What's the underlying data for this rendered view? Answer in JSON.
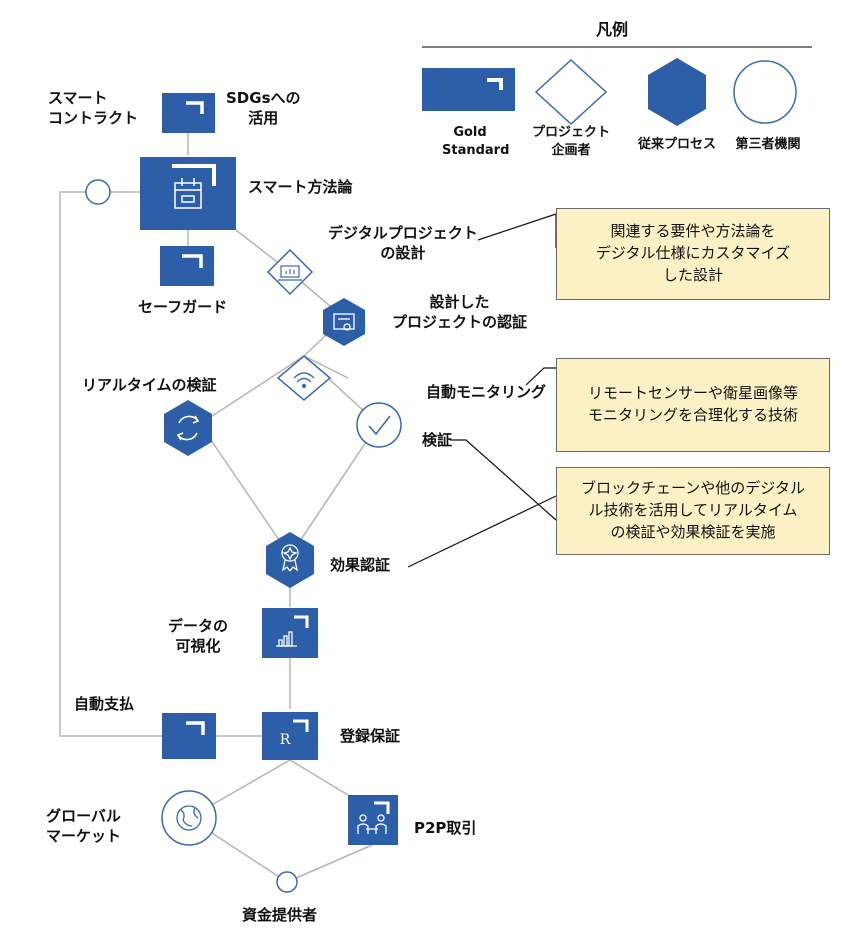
{
  "legend": {
    "title": "凡例",
    "items": [
      {
        "label": "Gold\nStandard",
        "icon": "gold-standard-square-icon"
      },
      {
        "label": "プロジェクト\n企画者",
        "icon": "diamond-icon"
      },
      {
        "label": "従来プロセス",
        "icon": "hexagon-icon"
      },
      {
        "label": "第三者機関",
        "icon": "circle-icon"
      }
    ]
  },
  "nodes": {
    "smart_contract": "スマート\nコントラクト",
    "sdgs": "SDGsへの\n活用",
    "smart_method": "スマート方法論",
    "safeguard": "セーフガード",
    "digital_design": "デジタルプロジェクト\nの設計",
    "design_cert": "設計した\nプロジェクトの認証",
    "realtime_verify": "リアルタイムの検証",
    "auto_monitoring": "自動モニタリング",
    "verify": "検証",
    "effect_cert": "効果認証",
    "data_vis": "データの\n可視化",
    "auto_pay": "自動支払",
    "registry": "登録保証",
    "global_market": "グローバル\nマーケット",
    "p2p": "P2P取引",
    "funders": "資金提供者"
  },
  "notes": {
    "design_note": "関連する要件や方法論を\nデジタル仕様にカスタマイズ\nした設計",
    "monitoring_note": "リモートセンサーや衛星画像等\nモニタリングを合理化する技術",
    "verify_note": "ブロックチェーンや他のデジタル\nル技術を活用してリアルタイム\nの検証や効果検証を実施"
  },
  "colors": {
    "gold_standard": "#2d5fa9",
    "process_hex": "#2d5fa9",
    "outline": "#3a6ab5",
    "connector": "#b5b5b5",
    "note_bg": "#fbf1c4"
  },
  "registry_letter": "R"
}
